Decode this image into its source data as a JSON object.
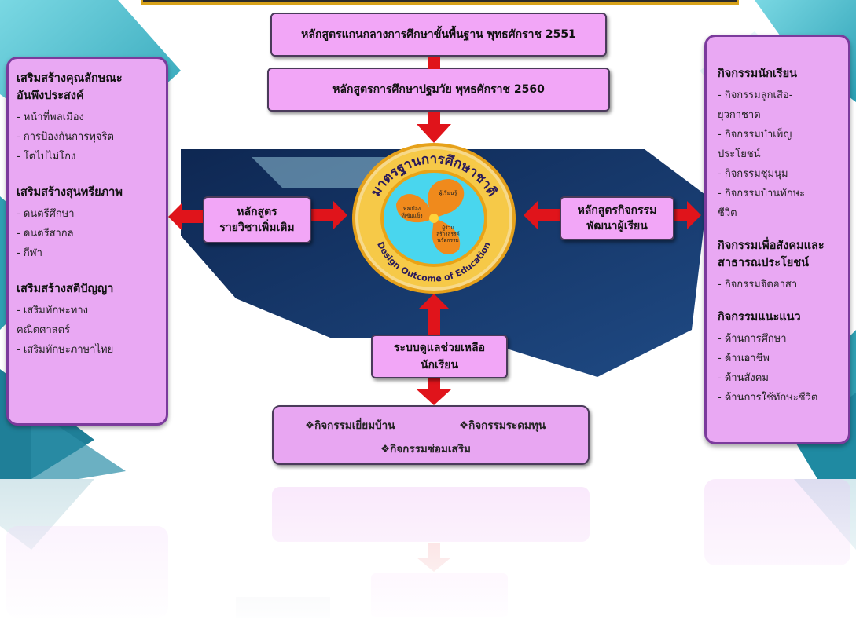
{
  "top_boxes": {
    "core_curriculum": "หลักสูตรแกนกลางการศึกษาขั้นพื้นฐาน พุทธศักราช 2551",
    "early_childhood": "หลักสูตรการศึกษาปฐมวัย พุทธศักราช 2560"
  },
  "left_center_box": {
    "line1": "หลักสูตร",
    "line2": "รายวิชาเพิ่มเติม"
  },
  "right_center_box": {
    "line1": "หลักสูตรกิจกรรม",
    "line2": "พัฒนาผู้เรียน"
  },
  "support_box": {
    "line1": "ระบบดูแลช่วยเหลือ",
    "line2": "นักเรียน"
  },
  "bottom_activities": {
    "item1": "❖กิจกรรมเยี่ยมบ้าน",
    "item2": "❖กิจกรรมระดมทุน",
    "item3": "❖กิจกรรมซ่อมเสริม"
  },
  "emblem": {
    "arc_top": "มาตรฐานการศึกษาชาติ",
    "arc_bottom": "Design Outcome of Education",
    "petal1": "ผู้เรียนรู้",
    "petal2_l1": "พลเมือง",
    "petal2_l2": "ที่เข้มแข็ง",
    "petal3_l1": "ผู้ร่วม",
    "petal3_l2": "สร้างสรรค์",
    "petal3_l3": "นวัตกรรม"
  },
  "left_panel": {
    "sections": [
      {
        "title": "เสริมสร้างคุณลักษณะอันพึงประสงค์",
        "title_l1": "เสริมสร้างคุณลักษณะ",
        "title_l2": "อันพึงประสงค์",
        "items": [
          "- หน้าที่พลเมือง",
          "- การป้องกันการทุจริต",
          "- โตไปไม่โกง"
        ]
      },
      {
        "title": "เสริมสร้างสุนทรียภาพ",
        "items": [
          "- ดนตรีศึกษา",
          "- ดนตรีสากล",
          "- กีฬา"
        ]
      },
      {
        "title": "เสริมสร้างสติปัญญา",
        "items": [
          "- เสริมทักษะทาง",
          "คณิตศาสตร์",
          "- เสริมทักษะภาษาไทย"
        ]
      }
    ]
  },
  "right_panel": {
    "sections": [
      {
        "title": "กิจกรรมนักเรียน",
        "items": [
          "- กิจกรรมลูกเสือ-",
          "ยุวกาชาด",
          "- กิจกรรมบำเพ็ญ",
          "ประโยชน์",
          "- กิจกรรมชุมนุม",
          "- กิจกรรมบ้านทักษะ",
          "ชีวิต"
        ]
      },
      {
        "title_l1": "กิจกรรมเพื่อสังคมและ",
        "title_l2": "สาธารณประโยชน์",
        "items": [
          "- กิจกรรมจิตอาสา"
        ]
      },
      {
        "title": "กิจกรรมแนะแนว",
        "items": [
          "- ด้านการศึกษา",
          "- ด้านอาชีพ",
          "- ด้านสังคม",
          "- ด้านการใช้ทักษะชีวิต"
        ]
      }
    ]
  },
  "colors": {
    "box_fill": "#f2a6f7",
    "panel_fill": "#e9a8f3",
    "panel_border": "#7b3a9c",
    "arrow_red": "#e0141b",
    "navy": "#17325f",
    "teal": "#3fb7c7",
    "gold": "#d8a21a"
  }
}
